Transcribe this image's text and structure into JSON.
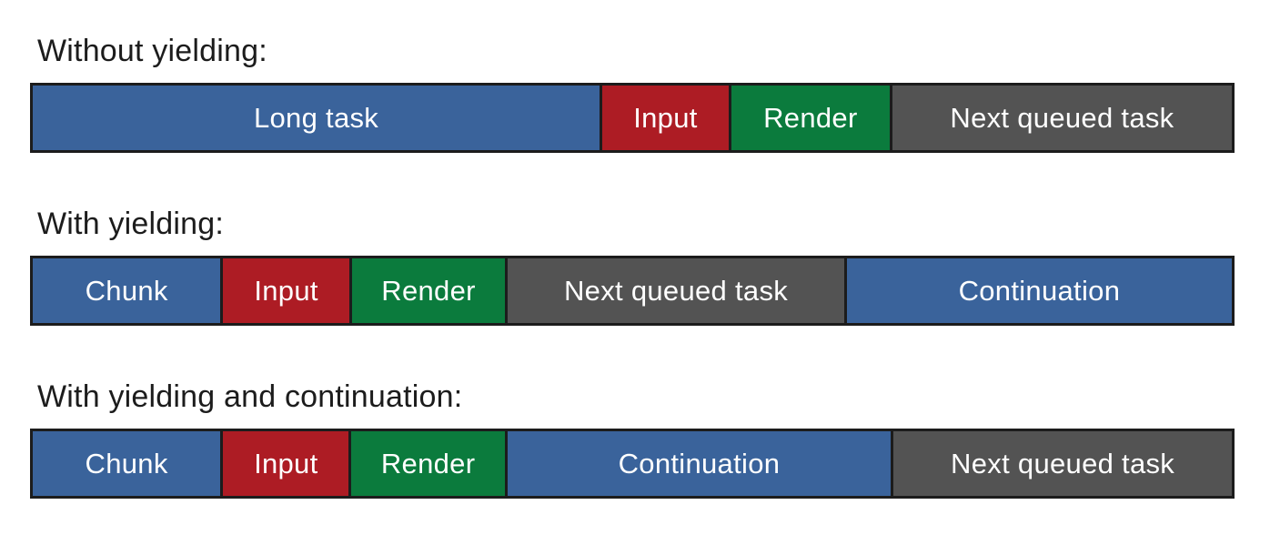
{
  "colors": {
    "blue": "#3A639B",
    "red": "#AD1C24",
    "green": "#0B7B3D",
    "gray": "#535353",
    "border": "#1C1C1C",
    "label_text": "#1C1C1C",
    "segment_text": "#FFFFFF",
    "background": "#FFFFFF"
  },
  "rows": [
    {
      "label": "Without yielding:",
      "segments": [
        {
          "label": "Long task",
          "color": "blue",
          "width_pct": 47.6
        },
        {
          "label": "Input",
          "color": "red",
          "width_pct": 10.6
        },
        {
          "label": "Render",
          "color": "green",
          "width_pct": 13.3
        },
        {
          "label": "Next queued task",
          "color": "gray",
          "width_pct": 28.5
        }
      ]
    },
    {
      "label": "With yielding:",
      "segments": [
        {
          "label": "Chunk",
          "color": "blue",
          "width_pct": 15.8
        },
        {
          "label": "Input",
          "color": "red",
          "width_pct": 10.6
        },
        {
          "label": "Render",
          "color": "green",
          "width_pct": 12.9
        },
        {
          "label": "Next queued task",
          "color": "gray",
          "width_pct": 28.3
        },
        {
          "label": "Continuation",
          "color": "blue",
          "width_pct": 32.4
        }
      ]
    },
    {
      "label": "With yielding and continuation:",
      "segments": [
        {
          "label": "Chunk",
          "color": "blue",
          "width_pct": 15.8
        },
        {
          "label": "Input",
          "color": "red",
          "width_pct": 10.6
        },
        {
          "label": "Render",
          "color": "green",
          "width_pct": 12.9
        },
        {
          "label": "Continuation",
          "color": "blue",
          "width_pct": 32.3
        },
        {
          "label": "Next queued task",
          "color": "gray",
          "width_pct": 28.5
        }
      ]
    }
  ]
}
